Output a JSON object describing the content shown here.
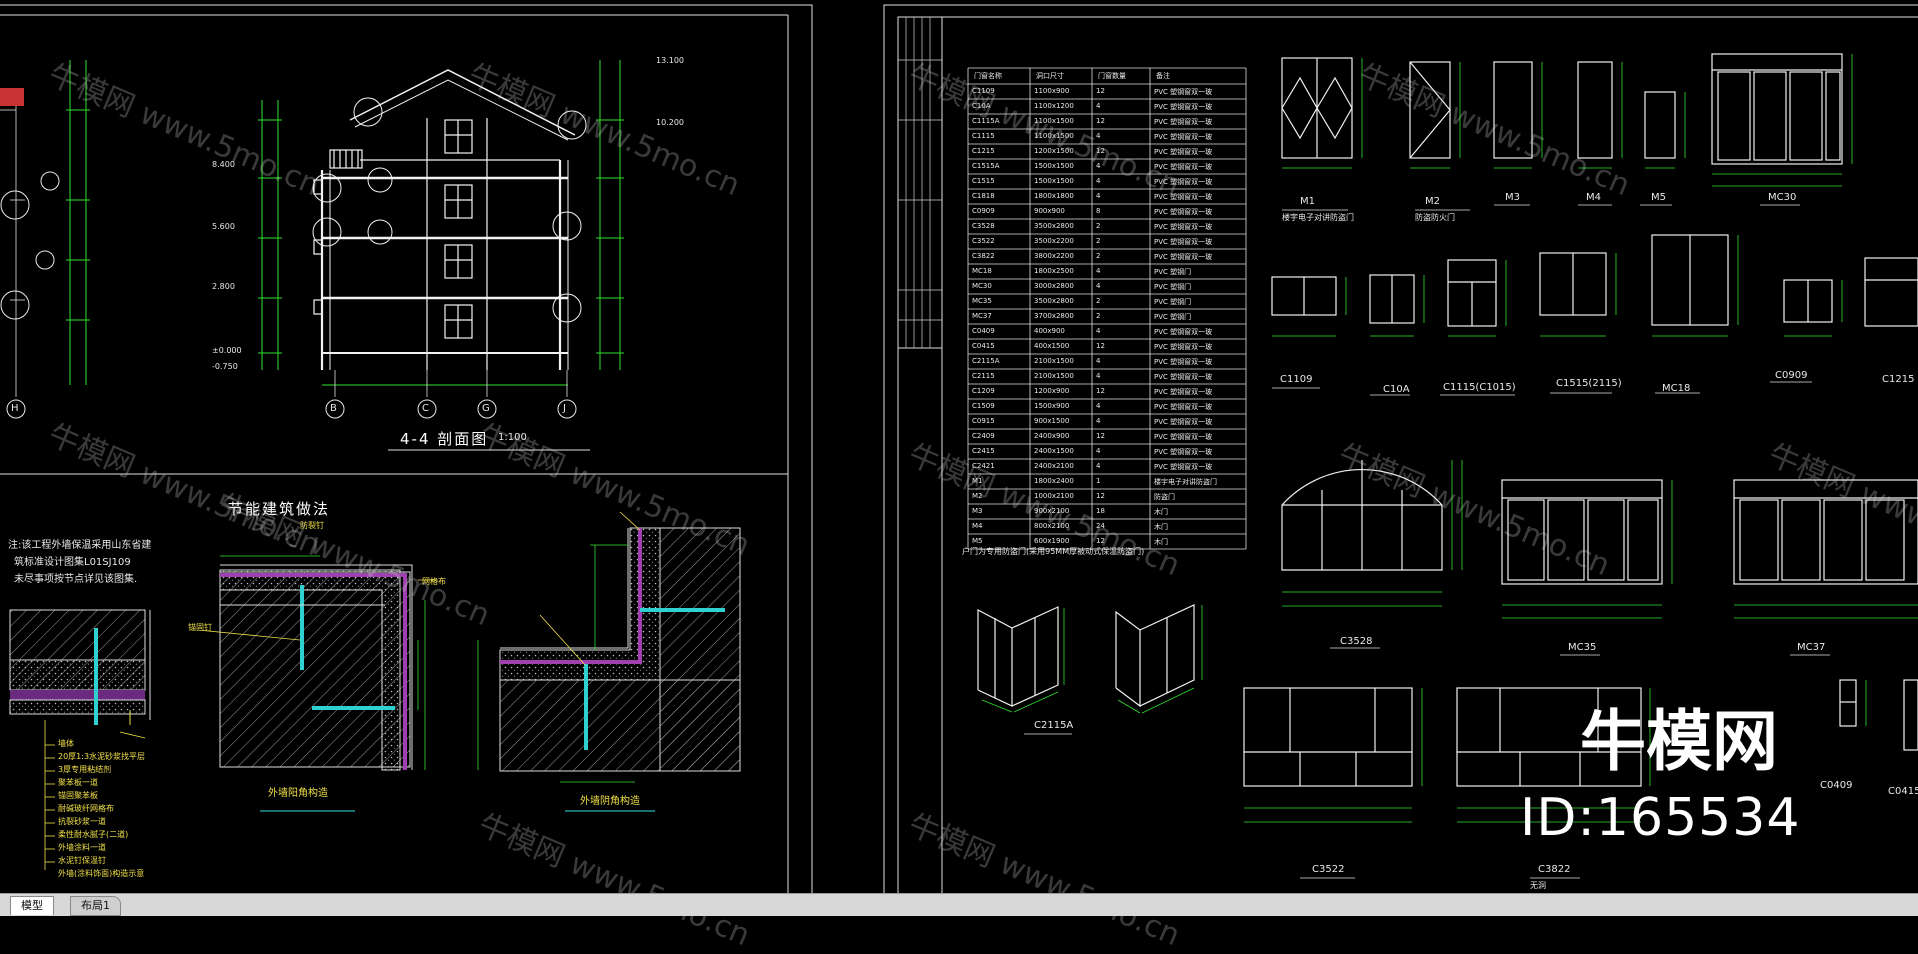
{
  "drawing": {
    "section_title": "4-4 剖面图",
    "section_scale": "1:100",
    "energy_title": "节能建筑做法",
    "energy_note_line1": "注:该工程外墙保温采用山东省建",
    "energy_note_line2": "筑标准设计图集L01SJ109",
    "energy_note_line3": "未尽事项按节点详见该图集.",
    "outer_corner_label": "外墙阳角构造",
    "inner_corner_label": "外墙阴角构造",
    "grid_axes": [
      "B",
      "C",
      "G",
      "J"
    ],
    "grid_axis_left": "H",
    "elev_marks": [
      "13.100",
      "10.200",
      "8.400",
      "5.600",
      "2.800",
      "±0.000",
      "-0.750"
    ],
    "layer_notes": [
      "墙体",
      "20厚1:3水泥砂浆找平层",
      "3厚专用粘结剂",
      "聚苯板一道",
      "锚固聚苯板",
      "耐碱玻纤网格布",
      "抗裂砂浆一道",
      "柔性耐水腻子(二道)",
      "外墙涂料一道",
      "水泥钉保温钉",
      "外墙(涂料饰面)构造示意"
    ],
    "callouts": [
      "防裂钉",
      "网格布",
      "锚固钉"
    ]
  },
  "door_window": {
    "table_header": [
      "门窗名称",
      "洞口尺寸",
      "门窗数量",
      "备注"
    ],
    "table_rows": [
      [
        "C1109",
        "1100x900",
        "12",
        "PVC 塑钢窗双一玻"
      ],
      [
        "C10A",
        "1100x1200",
        "4",
        "PVC 塑钢窗双一玻"
      ],
      [
        "C1115A",
        "1100x1500",
        "12",
        "PVC 塑钢窗双一玻"
      ],
      [
        "C1115",
        "1100x1500",
        "4",
        "PVC 塑钢窗双一玻"
      ],
      [
        "C1215",
        "1200x1500",
        "12",
        "PVC 塑钢窗双一玻"
      ],
      [
        "C1515A",
        "1500x1500",
        "4",
        "PVC 塑钢窗双一玻"
      ],
      [
        "C1515",
        "1500x1500",
        "4",
        "PVC 塑钢窗双一玻"
      ],
      [
        "C1818",
        "1800x1800",
        "4",
        "PVC 塑钢窗双一玻"
      ],
      [
        "C0909",
        "900x900",
        "8",
        "PVC 塑钢窗双一玻"
      ],
      [
        "C3528",
        "3500x2800",
        "2",
        "PVC 塑钢窗双一玻"
      ],
      [
        "C3522",
        "3500x2200",
        "2",
        "PVC 塑钢窗双一玻"
      ],
      [
        "C3822",
        "3800x2200",
        "2",
        "PVC 塑钢窗双一玻"
      ],
      [
        "MC18",
        "1800x2500",
        "4",
        "PVC 塑钢门"
      ],
      [
        "MC30",
        "3000x2800",
        "4",
        "PVC 塑钢门"
      ],
      [
        "MC35",
        "3500x2800",
        "2",
        "PVC 塑钢门"
      ],
      [
        "MC37",
        "3700x2800",
        "2",
        "PVC 塑钢门"
      ],
      [
        "C0409",
        "400x900",
        "4",
        "PVC 塑钢窗双一玻"
      ],
      [
        "C0415",
        "400x1500",
        "12",
        "PVC 塑钢窗双一玻"
      ],
      [
        "C2115A",
        "2100x1500",
        "4",
        "PVC 塑钢窗双一玻"
      ],
      [
        "C2115",
        "2100x1500",
        "4",
        "PVC 塑钢窗双一玻"
      ],
      [
        "C1209",
        "1200x900",
        "12",
        "PVC 塑钢窗双一玻"
      ],
      [
        "C1509",
        "1500x900",
        "4",
        "PVC 塑钢窗双一玻"
      ],
      [
        "C0915",
        "900x1500",
        "4",
        "PVC 塑钢窗双一玻"
      ],
      [
        "C2409",
        "2400x900",
        "12",
        "PVC 塑钢窗双一玻"
      ],
      [
        "C2415",
        "2400x1500",
        "4",
        "PVC 塑钢窗双一玻"
      ],
      [
        "C2421",
        "2400x2100",
        "4",
        "PVC 塑钢窗双一玻"
      ],
      [
        "M1",
        "1800x2400",
        "1",
        "楼宇电子对讲防盗门"
      ],
      [
        "M2",
        "1000x2100",
        "12",
        "防盗门"
      ],
      [
        "M3",
        "900x2100",
        "18",
        "木门"
      ],
      [
        "M4",
        "800x2100",
        "24",
        "木门"
      ],
      [
        "M5",
        "600x1900",
        "12",
        "木门"
      ]
    ],
    "table_note": "户门为专用防盗门(采用95MM厚被动式保温防盗门)",
    "elev_labels": [
      "M1",
      "M2",
      "M3",
      "M4",
      "M5",
      "MC30",
      "C1109",
      "C10A",
      "C1115(C1015)",
      "C1515(2115)",
      "MC18",
      "C0909",
      "C1215",
      "C3528",
      "MC35",
      "MC37",
      "C2115A",
      "C3522",
      "C3822",
      "C0409",
      "C0415"
    ],
    "m1_note": "楼宇电子对讲防盗门",
    "m2_note": "防盗防火门",
    "c3822_note": "无洞"
  },
  "watermark": {
    "logo": "牛模网",
    "id": "ID:165534",
    "site": "牛模网  www.5mo.cn"
  },
  "tabs": {
    "model": "模型",
    "layout1": "布局1"
  }
}
